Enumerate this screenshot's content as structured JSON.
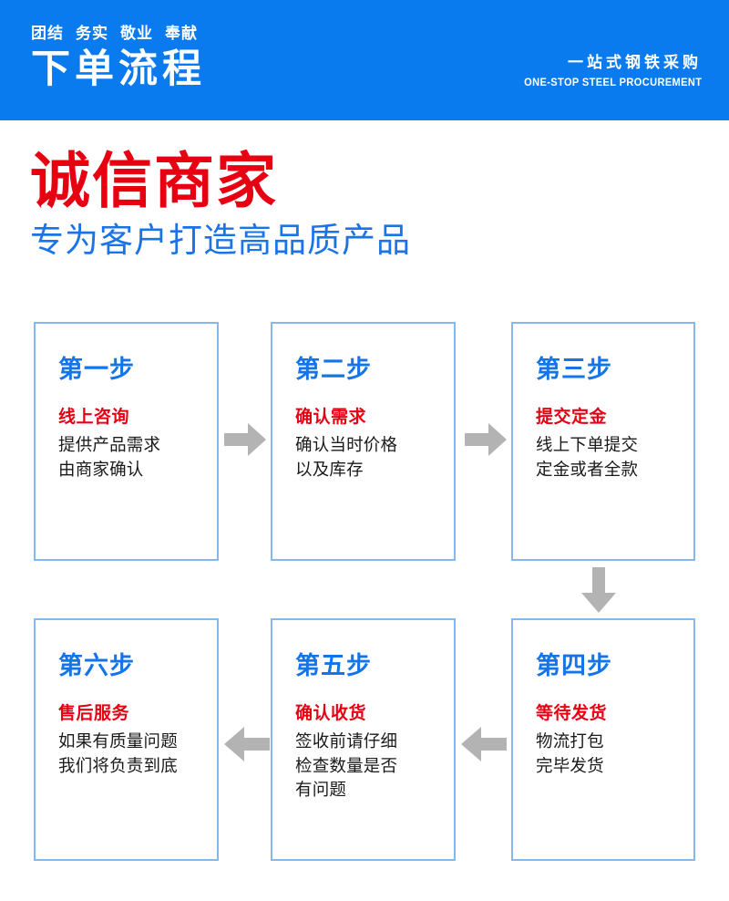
{
  "colors": {
    "brand_blue": "#0a7bee",
    "border_blue": "#81b9f2",
    "step_label_blue": "#1574e8",
    "headline_red": "#e60012",
    "headline_sub_blue": "#1a74e8",
    "arrow_gray": "#b3b3b3"
  },
  "banner": {
    "motto": [
      "团结",
      "务实",
      "敬业",
      "奉献"
    ],
    "title": "下单流程",
    "slogan_cn": "一站式钢铁采购",
    "slogan_en": "ONE-STOP STEEL PROCUREMENT"
  },
  "headline": {
    "main": "诚信商家",
    "sub": "专为客户打造高品质产品"
  },
  "steps": [
    {
      "label": "第一步",
      "title": "线上咨询",
      "desc": [
        "提供产品需求",
        "由商家确认"
      ]
    },
    {
      "label": "第二步",
      "title": "确认需求",
      "desc": [
        "确认当时价格",
        "以及库存"
      ]
    },
    {
      "label": "第三步",
      "title": "提交定金",
      "desc": [
        "线上下单提交",
        "定金或者全款"
      ]
    },
    {
      "label": "第四步",
      "title": "等待发货",
      "desc": [
        "物流打包",
        "完毕发货"
      ]
    },
    {
      "label": "第五步",
      "title": "确认收货",
      "desc": [
        "签收前请仔细",
        "检查数量是否",
        "有问题"
      ]
    },
    {
      "label": "第六步",
      "title": "售后服务",
      "desc": [
        "如果有质量问题",
        "我们将负责到底"
      ]
    }
  ],
  "arrows": [
    {
      "name": "arrow-step1-to-step2",
      "direction": "right"
    },
    {
      "name": "arrow-step2-to-step3",
      "direction": "right"
    },
    {
      "name": "arrow-step3-to-step4",
      "direction": "down"
    },
    {
      "name": "arrow-step4-to-step5",
      "direction": "left"
    },
    {
      "name": "arrow-step5-to-step6",
      "direction": "left"
    }
  ]
}
